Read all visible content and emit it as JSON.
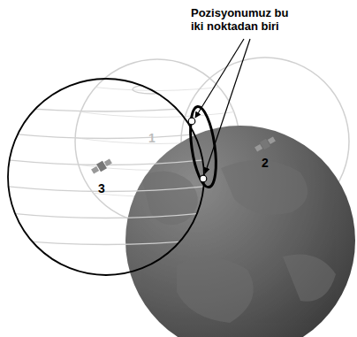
{
  "diagram": {
    "labels": [
      "Pozisyonumuz bu iki noktadan biri",
      "1",
      "2",
      "3"
    ]
  }
}
